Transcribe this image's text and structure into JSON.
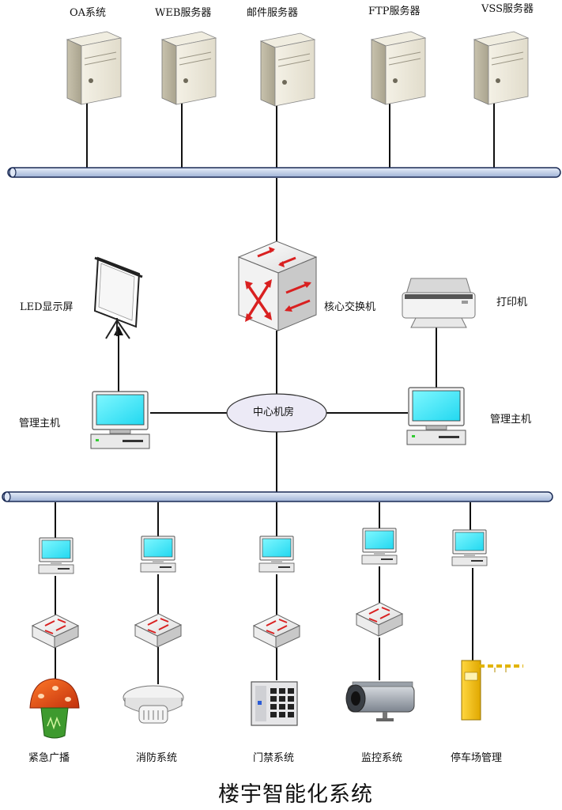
{
  "diagram": {
    "title": "楼宇智能化系统",
    "servers": [
      {
        "label": "OA系统",
        "icon": "server-icon"
      },
      {
        "label": "WEB服务器",
        "icon": "server-icon"
      },
      {
        "label": "邮件服务器",
        "icon": "server-icon"
      },
      {
        "label": "FTP服务器",
        "icon": "server-icon"
      },
      {
        "label": "VSS服务器",
        "icon": "server-icon"
      }
    ],
    "core_switch": {
      "label": "核心交换机",
      "icon": "core-switch-icon"
    },
    "printer": {
      "label": "打印机",
      "icon": "printer-icon"
    },
    "led_screen": {
      "label": "LED显示屏",
      "icon": "projection-screen-icon"
    },
    "management_hosts": [
      {
        "label": "管理主机",
        "icon": "computer-icon"
      },
      {
        "label": "管理主机",
        "icon": "computer-icon"
      }
    ],
    "center": {
      "label": "中心机房"
    },
    "subsystems": [
      {
        "label": "紧急广播",
        "icon": "broadcast-speaker-icon"
      },
      {
        "label": "消防系统",
        "icon": "smoke-detector-icon"
      },
      {
        "label": "门禁系统",
        "icon": "access-keypad-icon"
      },
      {
        "label": "监控系统",
        "icon": "security-camera-icon"
      },
      {
        "label": "停车场管理",
        "icon": "parking-barrier-icon"
      }
    ],
    "colors": {
      "bus_fill": "#c9d7ee",
      "bus_stroke": "#1a2a55",
      "monitor_screen": "#3ff0ff",
      "hub_arrow": "#d92020",
      "center_ellipse_fill": "#eceaf6"
    }
  }
}
